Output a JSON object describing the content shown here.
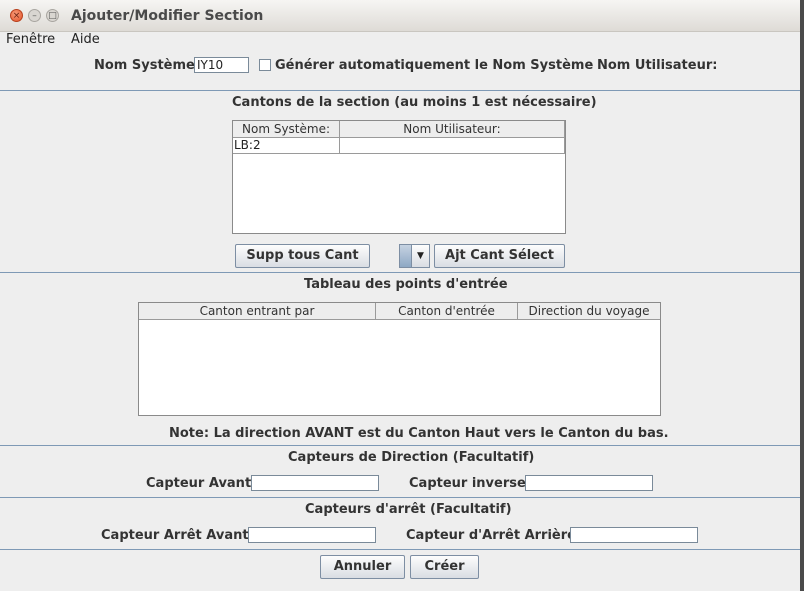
{
  "window": {
    "title": "Ajouter/Modifier Section",
    "controls": {
      "close": "×",
      "minimize": "–",
      "maximize": "□"
    }
  },
  "menu": [
    "Fenêtre",
    "Aide"
  ],
  "top": {
    "system_name_label": "Nom Système:",
    "system_name_value": "IY10",
    "auto_generate_label": "Générer automatiquement le Nom Système",
    "user_name_label": "Nom Utilisateur:"
  },
  "blocks": {
    "heading": "Cantons de la section (au moins 1 est nécessaire)",
    "columns": [
      "Nom Système:",
      "Nom Utilisateur:"
    ],
    "rows": [
      [
        "LB:2",
        ""
      ]
    ],
    "remove_all_button": "Supp tous Cant",
    "add_selected_button": "Ajt Cant Sélect"
  },
  "entry_points": {
    "heading": "Tableau des points d'entrée",
    "columns": [
      "Canton entrant par",
      "Canton d'entrée",
      "Direction du voyage"
    ],
    "note": "Note:  La direction AVANT est du Canton Haut vers le Canton du bas."
  },
  "direction_sensors": {
    "heading": "Capteurs de Direction (Facultatif)",
    "forward_label": "Capteur Avant:",
    "forward_value": "",
    "reverse_label": "Capteur inverse:",
    "reverse_value": ""
  },
  "stop_sensors": {
    "heading": "Capteurs d'arrêt (Facultatif)",
    "forward_label": "Capteur Arrêt Avant :",
    "forward_value": "",
    "reverse_label": "Capteur d'Arrêt Arrière:",
    "reverse_value": ""
  },
  "footer": {
    "cancel_button": "Annuler",
    "create_button": "Créer"
  }
}
